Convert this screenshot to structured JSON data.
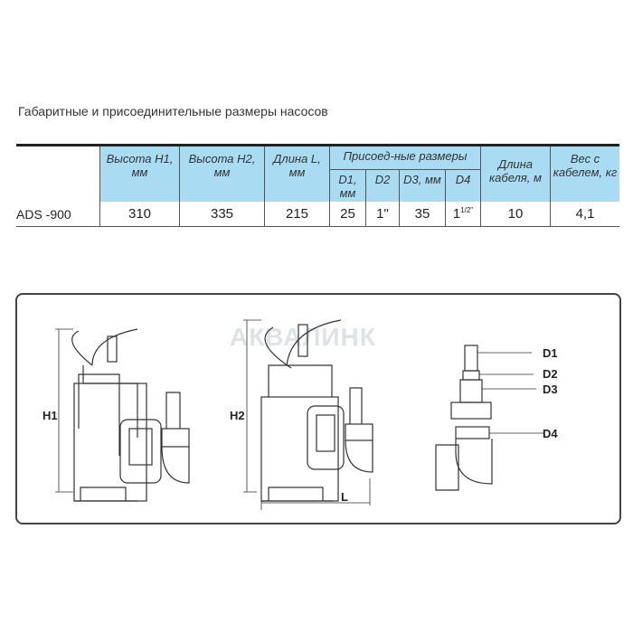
{
  "title": "Габаритные и присоединительные размеры насосов",
  "table": {
    "headers": {
      "h1": "Высота H1, мм",
      "h2": "Высота H2, мм",
      "l": "Длина L, мм",
      "group": "Присоед-ные размеры",
      "d1": "D1, мм",
      "d2": "D2",
      "d3": "D3, мм",
      "d4": "D4",
      "cable": "Длина кабеля, м",
      "weight": "Вес с кабелем, кг"
    },
    "row": {
      "model": "ADS -900",
      "h1": "310",
      "h2": "335",
      "l": "215",
      "d1": "25",
      "d2": "1\"",
      "d3": "35",
      "d4_base": "1",
      "d4_sup": "1/2\"",
      "cable": "10",
      "weight": "4,1"
    }
  },
  "diagram": {
    "watermark": "АКВАЛИНК",
    "labels": {
      "h1": "H1",
      "h2": "H2",
      "l": "L",
      "d1": "D1",
      "d2": "D2",
      "d3": "D3",
      "d4": "D4"
    }
  }
}
